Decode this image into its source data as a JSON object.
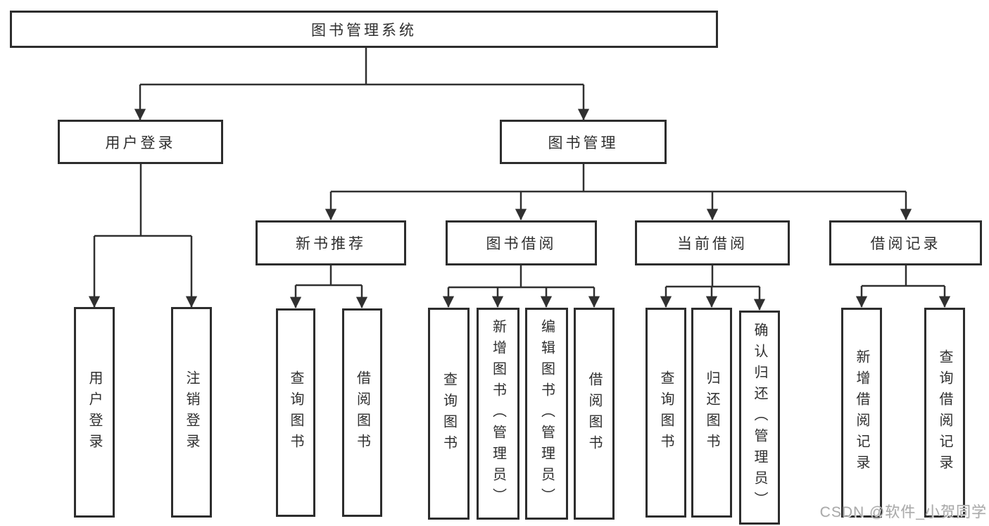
{
  "title": "图书管理系统",
  "branches": {
    "user_login": {
      "label": "用户登录",
      "children": [
        "用户登录",
        "注销登录"
      ]
    },
    "book_management": {
      "label": "图书管理",
      "sections": {
        "new_book_recommend": {
          "label": "新书推荐",
          "children": [
            "查询图书",
            "借阅图书"
          ]
        },
        "book_borrow": {
          "label": "图书借阅",
          "children": [
            "查询图书",
            "新增图书（管理员）",
            "编辑图书（管理员）",
            "借阅图书"
          ]
        },
        "current_borrow": {
          "label": "当前借阅",
          "children": [
            "查询图书",
            "归还图书",
            "确认归还（管理员）"
          ]
        },
        "borrow_records": {
          "label": "借阅记录",
          "children": [
            "新增借阅记录",
            "查询借阅记录"
          ]
        }
      }
    }
  },
  "watermark": "CSDN @软件_小贺同学",
  "colors": {
    "line": "#303030",
    "border": "#2d2d2d",
    "text": "#2f2f2f",
    "background": "#ffffff",
    "watermark": "#a9a9a9"
  }
}
